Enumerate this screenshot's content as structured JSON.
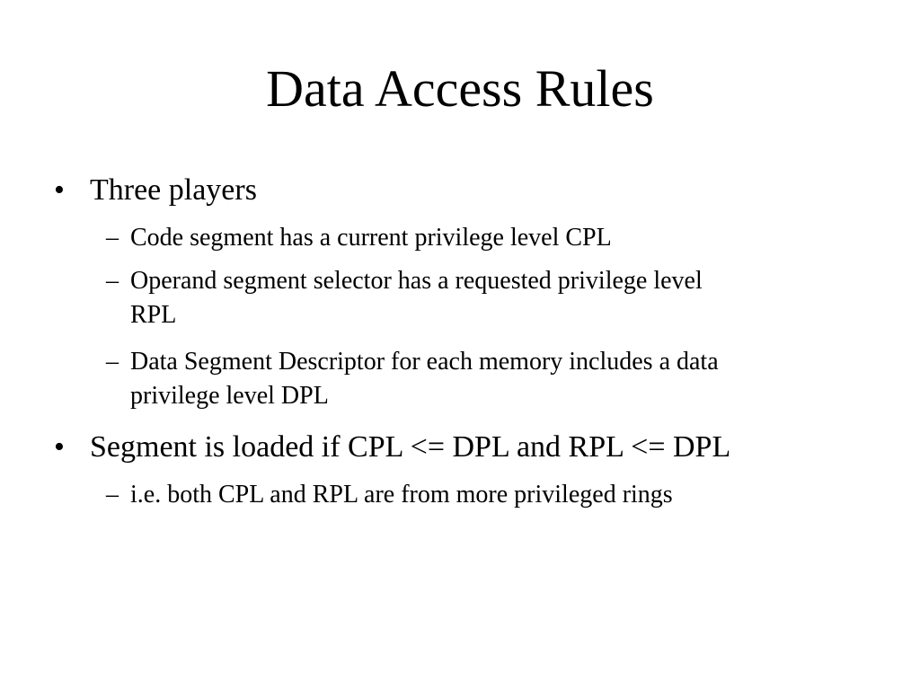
{
  "slide": {
    "title": "Data Access Rules",
    "bullet_marker": "•",
    "sub_marker": "–",
    "items": [
      {
        "text": "Three players",
        "subitems": [
          {
            "lines": [
              "Code segment has a current privilege level CPL"
            ]
          },
          {
            "lines": [
              "Operand segment selector has a requested privilege level",
              "RPL"
            ]
          },
          {
            "lines": [
              "Data Segment Descriptor for each memory includes a data",
              "privilege level DPL"
            ]
          }
        ]
      },
      {
        "text": "Segment is loaded if CPL <= DPL and RPL <= DPL",
        "subitems": [
          {
            "lines": [
              "i.e. both CPL and RPL are from more privileged rings"
            ]
          }
        ]
      }
    ]
  }
}
